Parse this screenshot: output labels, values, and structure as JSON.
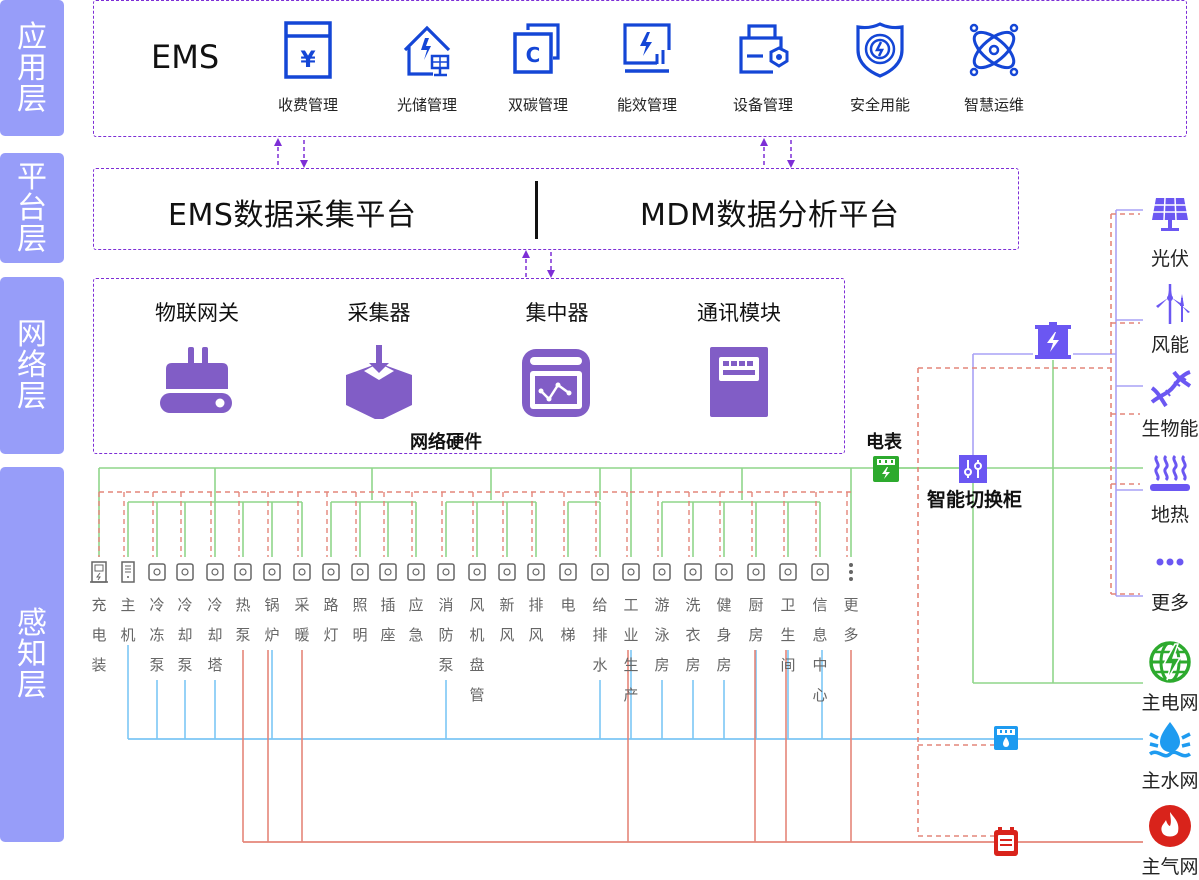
{
  "layers": [
    {
      "label": "应用层"
    },
    {
      "label": "平台层"
    },
    {
      "label": "网络层"
    },
    {
      "label": "感知层"
    }
  ],
  "application": {
    "title": "EMS",
    "items": [
      {
        "label": "收费管理",
        "icon": "billing-icon"
      },
      {
        "label": "光储管理",
        "icon": "solar-storage-icon"
      },
      {
        "label": "双碳管理",
        "icon": "carbon-icon"
      },
      {
        "label": "能效管理",
        "icon": "energy-efficiency-icon"
      },
      {
        "label": "设备管理",
        "icon": "device-management-icon"
      },
      {
        "label": "安全用能",
        "icon": "safety-shield-icon"
      },
      {
        "label": "智慧运维",
        "icon": "smart-ops-icon"
      }
    ]
  },
  "platform": {
    "left": "EMS数据采集平台",
    "right": "MDM数据分析平台"
  },
  "network": {
    "caption": "网络硬件",
    "items": [
      {
        "label": "物联网关",
        "icon": "iot-gateway-icon"
      },
      {
        "label": "采集器",
        "icon": "collector-icon"
      },
      {
        "label": "集中器",
        "icon": "concentrator-icon"
      },
      {
        "label": "通讯模块",
        "icon": "comm-module-icon"
      }
    ]
  },
  "perception": {
    "devices": [
      {
        "label": "充电装",
        "icon": "charger-icon"
      },
      {
        "label": "主机",
        "icon": "host-icon"
      },
      {
        "label": "冷冻泵",
        "icon": "chill-pump-icon"
      },
      {
        "label": "冷却泵",
        "icon": "cool-pump-icon"
      },
      {
        "label": "冷却塔",
        "icon": "cooling-tower-icon"
      },
      {
        "label": "热泵",
        "icon": "heat-pump-icon"
      },
      {
        "label": "锅炉",
        "icon": "boiler-icon"
      },
      {
        "label": "采暖",
        "icon": "heating-icon"
      },
      {
        "label": "路灯",
        "icon": "street-light-icon"
      },
      {
        "label": "照明",
        "icon": "lighting-icon"
      },
      {
        "label": "插座",
        "icon": "socket-icon"
      },
      {
        "label": "应急",
        "icon": "emergency-icon"
      },
      {
        "label": "消防泵",
        "icon": "fire-pump-icon"
      },
      {
        "label": "风机盘管",
        "icon": "fan-coil-icon"
      },
      {
        "label": "新风",
        "icon": "fresh-air-icon"
      },
      {
        "label": "排风",
        "icon": "exhaust-icon"
      },
      {
        "label": "电梯",
        "icon": "elevator-icon"
      },
      {
        "label": "给排水",
        "icon": "water-supply-icon"
      },
      {
        "label": "工业生产",
        "icon": "factory-icon"
      },
      {
        "label": "游泳房",
        "icon": "swimming-icon"
      },
      {
        "label": "洗衣房",
        "icon": "laundry-icon"
      },
      {
        "label": "健身房",
        "icon": "gym-icon"
      },
      {
        "label": "厨房",
        "icon": "kitchen-icon"
      },
      {
        "label": "卫生间",
        "icon": "toilet-icon"
      },
      {
        "label": "信息中心",
        "icon": "info-center-icon"
      },
      {
        "label": "更多",
        "icon": "more-icon"
      }
    ],
    "meter_label": "电表",
    "switch_cabinet_label": "智能切换柜"
  },
  "sources": {
    "renewables": [
      {
        "label": "光伏",
        "icon": "solar-panel-icon"
      },
      {
        "label": "风能",
        "icon": "wind-turbine-icon"
      },
      {
        "label": "生物能",
        "icon": "biomass-dna-icon"
      },
      {
        "label": "地热",
        "icon": "geothermal-icon"
      },
      {
        "label": "更多",
        "icon": "more-dots-icon"
      }
    ],
    "grids": [
      {
        "label": "主电网",
        "icon": "power-grid-icon"
      },
      {
        "label": "主水网",
        "icon": "water-grid-icon"
      },
      {
        "label": "主气网",
        "icon": "gas-grid-icon"
      }
    ]
  },
  "colors": {
    "layer_tab": "#979df9",
    "dash_border": "#7d2ed6",
    "app_icon": "#1446d6",
    "hw_icon": "#815dc6",
    "renewable": "#6b57f2",
    "electric_line": "#8fd68a",
    "water_line": "#7cc6f5",
    "gas_line": "#e4867a",
    "meter_green": "#2daa2e",
    "water_blue": "#1e9bf0",
    "gas_red": "#d9231b"
  }
}
